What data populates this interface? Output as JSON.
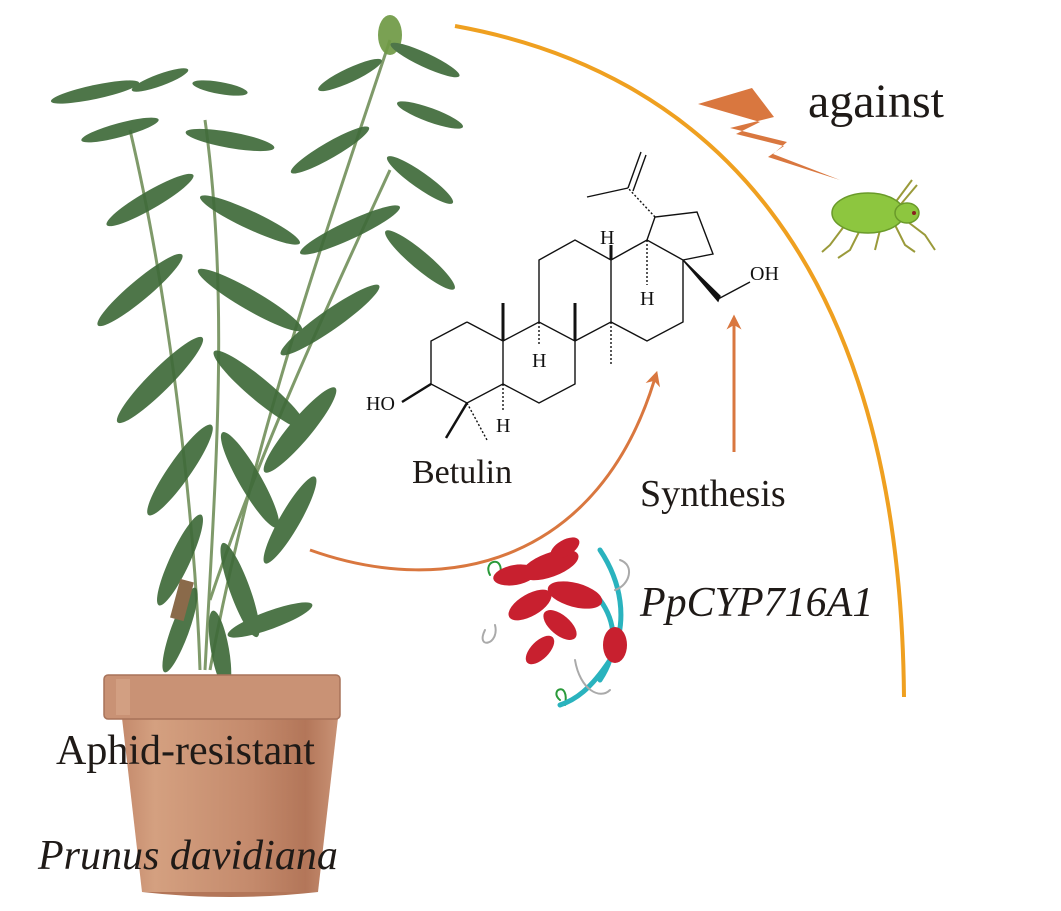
{
  "figure": {
    "type": "graphical-abstract",
    "colors": {
      "outer_arc": "#EFA020",
      "arrows": "#D9773F",
      "bolt": "#D9773F",
      "pot": "#C48A6C",
      "leaf": "#3F6B3A",
      "aphid": "#8DC63F",
      "helix": "#C8202F",
      "sheet": "#2AB3BE",
      "text": "#1F1A17"
    }
  },
  "labels": {
    "against": "against",
    "compound": "Betulin",
    "process": "Synthesis",
    "gene": "PpCYP716A1",
    "plant_trait": "Aphid-resistant",
    "plant_species": "Prunus davidiana"
  },
  "structure": {
    "atoms": {
      "hydroxyl_left": "HO",
      "hydroxyl_right": "OH",
      "hydrogen": "H"
    }
  },
  "icons": {
    "plant": "potted-plant-illustration",
    "pot": "terracotta-pot",
    "insect": "aphid-illustration",
    "bolt": "lightning-bolt",
    "protein": "protein-ribbon-structure",
    "molecule": "betulin-skeletal-structure"
  }
}
